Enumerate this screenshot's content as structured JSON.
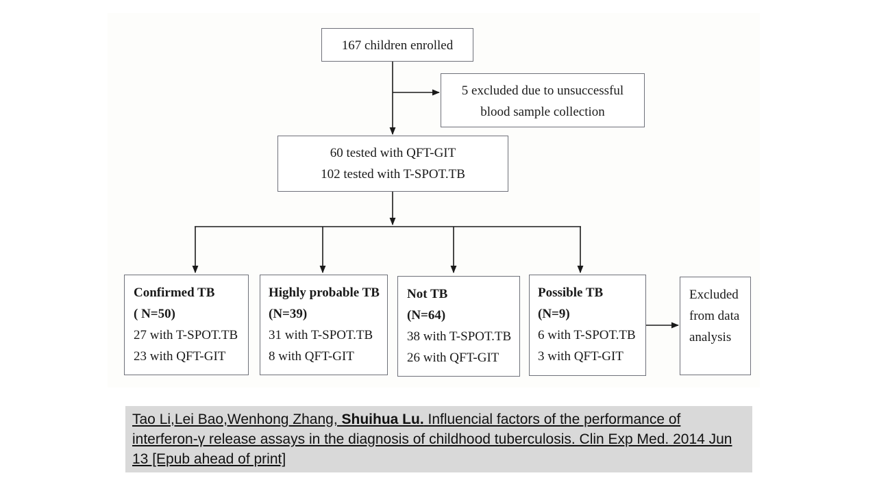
{
  "flowchart": {
    "enrolled": "167 children enrolled",
    "excluded": [
      "5 excluded due to unsuccessful",
      "blood sample collection"
    ],
    "tested": [
      "60 tested with QFT-GIT",
      "102 tested with T-SPOT.TB"
    ],
    "groups": [
      {
        "title": "Confirmed TB",
        "n": "( N=50)",
        "tspot": "27 with T-SPOT.TB",
        "qft": "23 with QFT-GIT"
      },
      {
        "title": "Highly probable TB",
        "n": "(N=39)",
        "tspot": "31 with T-SPOT.TB",
        "qft": "8 with QFT-GIT"
      },
      {
        "title": "Not TB",
        "n": "(N=64)",
        "tspot": "38 with T-SPOT.TB",
        "qft": "26 with QFT-GIT"
      },
      {
        "title": "Possible TB",
        "n": "(N=9)",
        "tspot": "6 with T-SPOT.TB",
        "qft": "3 with QFT-GIT"
      }
    ],
    "excluded_analysis": [
      "Excluded",
      "from data",
      "analysis"
    ]
  },
  "citation": {
    "authors": "Tao Li,Lei Bao,Wenhong Zhang, ",
    "lead_author": "Shuihua Lu.",
    "text": " Influencial factors of the performance of interferon-γ release assays in the diagnosis of childhood tuberculosis. Clin Exp Med. 2014 Jun 13 [Epub ahead of print]"
  }
}
